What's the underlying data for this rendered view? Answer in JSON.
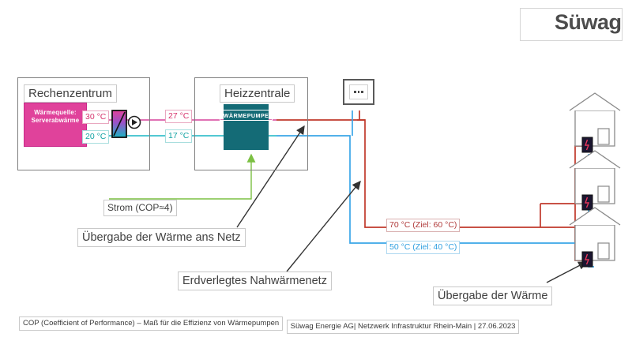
{
  "logo": {
    "brand": "Süwag",
    "wave_color": "#f5c518",
    "text_color": "#4c4c4c"
  },
  "diagram": {
    "datacenter": {
      "title": "Rechenzentrum",
      "source_line1": "Wärmequelle:",
      "source_line2": "Serverabwärme",
      "source_icon": "eco-leaf-icon",
      "source_color": "#e0429b"
    },
    "heating_plant": {
      "title": "Heizzentrale",
      "unit_label": "WÄRMEPUMPE",
      "unit_icon": "heat-pump-arrows-icon",
      "unit_color": "#146b76"
    },
    "transfer_node": {
      "icon": "network-node-icon"
    },
    "heat_exchanger": {
      "icon": "heat-exchanger-icon"
    },
    "pump": {
      "icon": "pump-circle-icon"
    },
    "houses": [
      {
        "icon": "heat-station-icon"
      },
      {
        "icon": "heat-station-icon"
      },
      {
        "icon": "heat-station-icon"
      }
    ]
  },
  "temperatures": {
    "source_supply": "30 °C",
    "source_return": "20 °C",
    "hp_supply_in": "27 °C",
    "hp_return_in": "17 °C",
    "net_supply": "70 °C (Ziel: 60 °C)",
    "net_return": "50 °C (Ziel: 40 °C)"
  },
  "annotations": {
    "power": "Strom (COP≈4)",
    "transfer_to_net": "Übergabe der Wärme ans Netz",
    "buried_network": "Erdverlegtes Nahwärmenetz",
    "transfer_heat": "Übergabe der Wärme"
  },
  "footer": {
    "line1": "COP (Coefficient of Performance) – Maß für die Effizienz von Wärmepumpen",
    "line2": "Süwag Energie AG| Netzwerk Infrastruktur Rhein-Main | 27.06.2023"
  },
  "colors": {
    "pink": "#d6429b",
    "teal": "#19b5c4",
    "red_pipe": "#c0392b",
    "blue_pipe": "#3aa6e8",
    "green_power": "#7cc043",
    "box_gray": "#808080",
    "brand_yellow": "#f5c518"
  }
}
